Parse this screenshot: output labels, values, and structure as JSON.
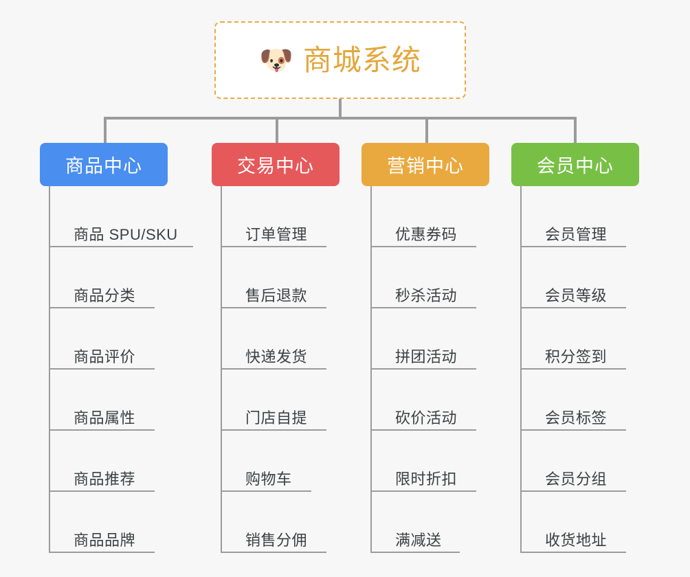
{
  "root": {
    "icon": "shiba-dog-emoji",
    "emoji": "🐶",
    "title": "商城系统",
    "border_color": "#eaa93f",
    "title_color": "#e4a73c",
    "background": "#ffffff"
  },
  "canvas": {
    "background": "#f7f7f7",
    "connector_color": "#9b9b9b"
  },
  "categories": [
    {
      "label": "商品中心",
      "color": "#4a8ef0",
      "color_name": "blue",
      "items": [
        {
          "label": "商品 SPU/SKU",
          "underline_width": 208
        },
        {
          "label": "商品分类",
          "underline_width": 152
        },
        {
          "label": "商品评价",
          "underline_width": 152
        },
        {
          "label": "商品属性",
          "underline_width": 152
        },
        {
          "label": "商品推荐",
          "underline_width": 152
        },
        {
          "label": "商品品牌",
          "underline_width": 152
        }
      ]
    },
    {
      "label": "交易中心",
      "color": "#e6595a",
      "color_name": "red",
      "items": [
        {
          "label": "订单管理",
          "underline_width": 152
        },
        {
          "label": "售后退款",
          "underline_width": 152
        },
        {
          "label": "快递发货",
          "underline_width": 152
        },
        {
          "label": "门店自提",
          "underline_width": 152
        },
        {
          "label": "购物车",
          "underline_width": 130
        },
        {
          "label": "销售分佣",
          "underline_width": 152
        }
      ]
    },
    {
      "label": "营销中心",
      "color": "#eaa93f",
      "color_name": "orange",
      "items": [
        {
          "label": "优惠券码",
          "underline_width": 152
        },
        {
          "label": "秒杀活动",
          "underline_width": 152
        },
        {
          "label": "拼团活动",
          "underline_width": 152
        },
        {
          "label": "砍价活动",
          "underline_width": 152
        },
        {
          "label": "限时折扣",
          "underline_width": 152
        },
        {
          "label": "满减送",
          "underline_width": 128
        }
      ]
    },
    {
      "label": "会员中心",
      "color": "#78c045",
      "color_name": "green",
      "items": [
        {
          "label": "会员管理",
          "underline_width": 152
        },
        {
          "label": "会员等级",
          "underline_width": 152
        },
        {
          "label": "积分签到",
          "underline_width": 152
        },
        {
          "label": "会员标签",
          "underline_width": 152
        },
        {
          "label": "会员分组",
          "underline_width": 152
        },
        {
          "label": "收货地址",
          "underline_width": 152
        }
      ]
    }
  ]
}
